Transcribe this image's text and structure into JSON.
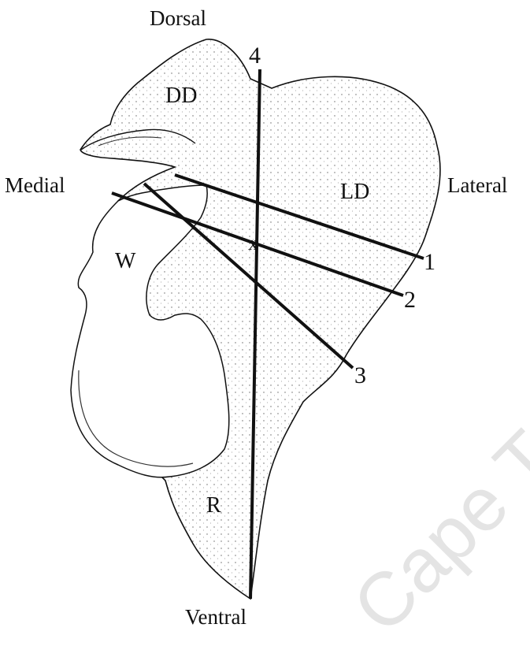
{
  "labels": {
    "dorsal": "Dorsal",
    "ventral": "Ventral",
    "medial": "Medial",
    "lateral": "Lateral",
    "dd": "DD",
    "ld": "LD",
    "w": "W",
    "r": "R",
    "center_mark": "x"
  },
  "lines": {
    "line_1": "1",
    "line_2": "2",
    "line_3": "3",
    "line_4": "4"
  },
  "watermark": "Cape To",
  "colors": {
    "ink": "#111111",
    "stipple": "#555555",
    "watermark": "#e4e4e4"
  }
}
